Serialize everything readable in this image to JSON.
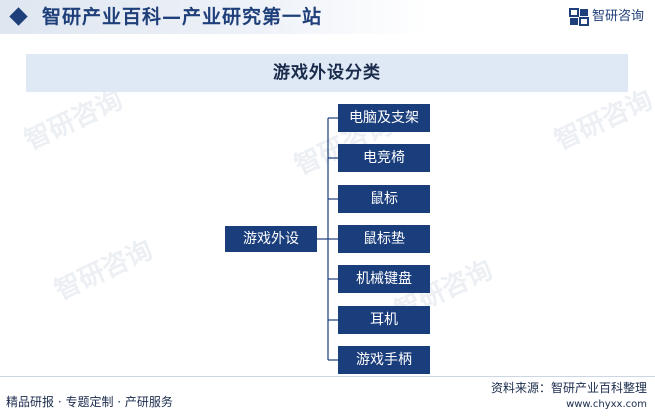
{
  "header": {
    "site_title": "智研产业百科—产业研究第一站",
    "brand_name": "智研咨询"
  },
  "diagram": {
    "title": "游戏外设分类",
    "root": "游戏外设",
    "children": [
      "电脑及支架",
      "电竞椅",
      "鼠标",
      "鼠标垫",
      "机械键盘",
      "耳机",
      "游戏手柄"
    ]
  },
  "footer": {
    "left_text": "精品研报 · 专题定制 · 产研服务",
    "source": "资料来源：智研产业百科整理",
    "url": "www.chyxx.com"
  },
  "colors": {
    "node_fill": "#1a3d7c",
    "title_band": "#dfe9f5",
    "connector": "#1a3d7c"
  },
  "watermark_text": "智研咨询"
}
